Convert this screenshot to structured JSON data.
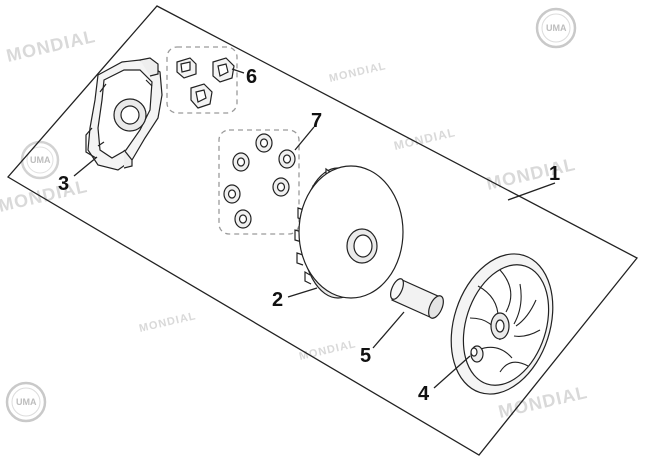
{
  "watermark": {
    "brand_text": "MONDIAL",
    "logo_text": "UMA",
    "color": "#d9d9d9"
  },
  "diagram": {
    "line_color": "#222222",
    "group_box_color": "#9a9a9a",
    "callouts": [
      {
        "id": "1",
        "label": "1"
      },
      {
        "id": "2",
        "label": "2"
      },
      {
        "id": "3",
        "label": "3"
      },
      {
        "id": "4",
        "label": "4"
      },
      {
        "id": "5",
        "label": "5"
      },
      {
        "id": "6",
        "label": "6"
      },
      {
        "id": "7",
        "label": "7"
      }
    ]
  }
}
